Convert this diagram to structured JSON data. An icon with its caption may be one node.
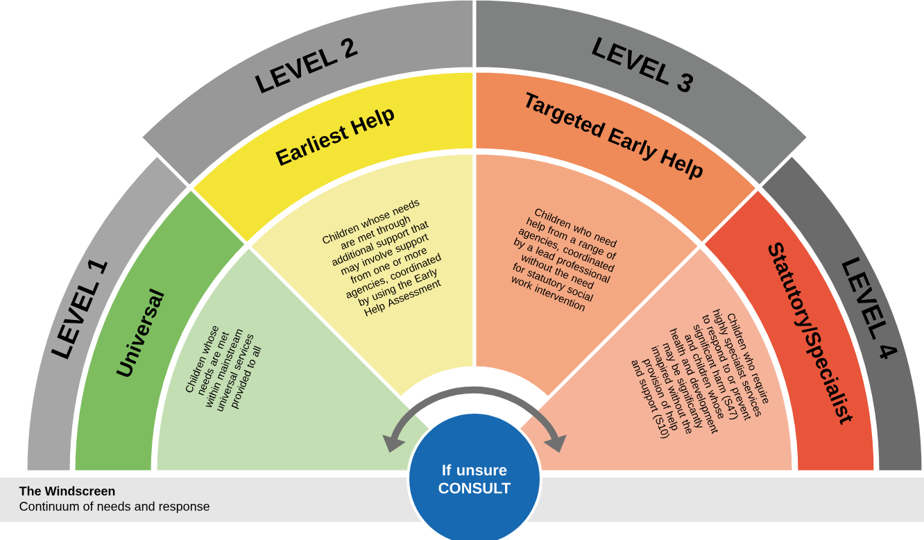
{
  "diagram": {
    "nodes": [
      {
        "text": [
          "LEVEL 1"
        ]
      },
      {
        "text": [
          "LEVEL 2"
        ]
      },
      {
        "text": [
          "LEVEL 3"
        ]
      },
      {
        "text": [
          "LEVEL 4"
        ]
      },
      {
        "text": [
          "Universal"
        ]
      },
      {
        "text": [
          "Earliest Help"
        ]
      },
      {
        "text": [
          "Targeted Early Help"
        ]
      },
      {
        "text": [
          "Statutory/Specialist"
        ]
      },
      {
        "text": [
          "Children whose needs are met within mainstream universal services provided to all"
        ]
      },
      {
        "text": [
          "Children whose needs are met through additional support that may involve support from one or more agencies, coordinated by using the Early Help Assessment"
        ]
      },
      {
        "text": [
          "Children who need help from a range of agencies, coordinated by a lead professional without the need for statutory social work intervention"
        ]
      },
      {
        "text": [
          "Children who require highly specialist services to respond to or prevent significant harm (S47) and children whose health and development may be significantly imapired without the provision of help and support (S10)"
        ]
      },
      {
        "text": [
          "If unsure CONSULT"
        ]
      },
      {
        "text": [
          "The Windscreen",
          "Continuum of needs and response"
        ]
      }
    ],
    "edges": [
      {
        "from": 8,
        "to": 11,
        "arrow": "both"
      }
    ]
  }
}
